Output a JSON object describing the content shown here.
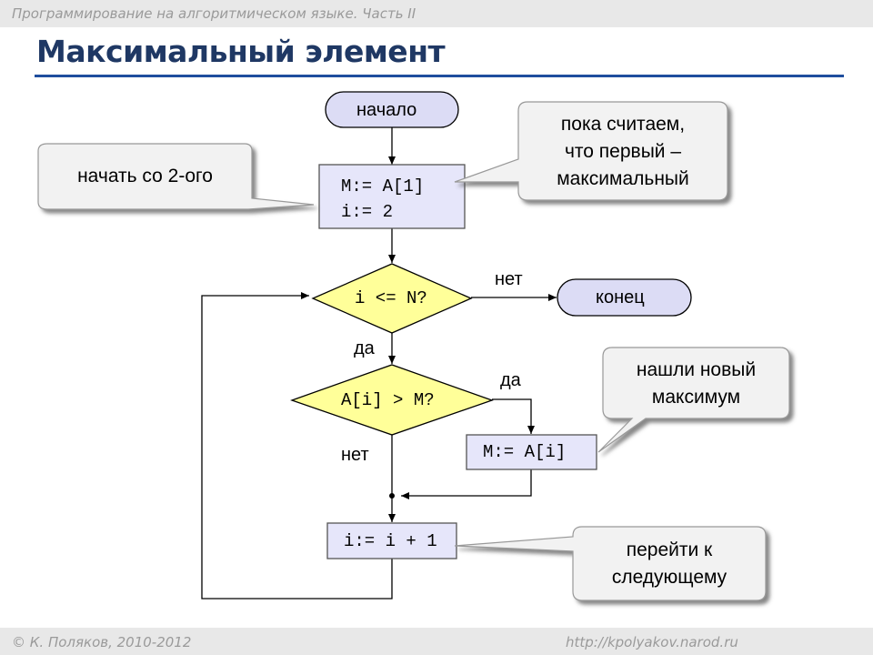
{
  "header": {
    "course": "Программирование на алгоритмическом языке. Часть II",
    "title": "Максимальный элемент"
  },
  "footer": {
    "copyright": "© К. Поляков, 2010-2012",
    "url": "http://kpolyakov.narod.ru"
  },
  "flowchart": {
    "start": "начало",
    "init_line1": "M:= A[1]",
    "init_line2": "i:= 2",
    "cond1": "i <= N?",
    "cond1_no": "нет",
    "cond1_yes": "да",
    "end": "конец",
    "cond2": "A[i] > M?",
    "cond2_yes": "да",
    "cond2_no": "нет",
    "assign": "M:= A[i]",
    "increment": "i:= i + 1"
  },
  "callouts": {
    "start_from_second": "начать со 2-ого",
    "assume_first_line1": "пока считаем,",
    "assume_first_line2": "что первый –",
    "assume_first_line3": "максимальный",
    "found_new_line1": "нашли новый",
    "found_new_line2": "максимум",
    "go_next_line1": "перейти к",
    "go_next_line2": "следующему"
  },
  "colors": {
    "title": "#1f3864",
    "title_rule": "#1f4e9e",
    "process_fill": "#e6e6fa",
    "decision_fill": "#ffff99",
    "terminal_fill": "#dcdcf5",
    "callout_fill": "#f2f2f2"
  }
}
